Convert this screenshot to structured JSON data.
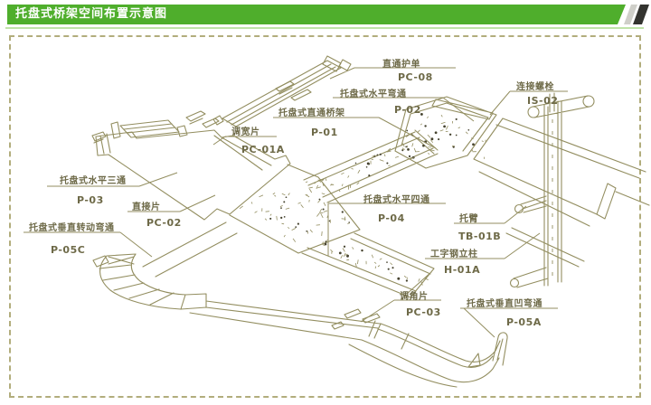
{
  "header": {
    "title": "托盘式桥架空间布置示意图"
  },
  "diagram": {
    "labels": [
      {
        "id": "straight-cover",
        "name": "直通护单",
        "code": "PC-08"
      },
      {
        "id": "horizontal-elbow",
        "name": "托盘式水平弯通",
        "code": "P-02"
      },
      {
        "id": "straight-tray",
        "name": "托盘式直通桥架",
        "code": "P-01"
      },
      {
        "id": "connecting-bolt",
        "name": "连接螺栓",
        "code": "IS-02"
      },
      {
        "id": "width-adjust-piece",
        "name": "调宽片",
        "code": "PC-01A"
      },
      {
        "id": "horizontal-tee",
        "name": "托盘式水平三通",
        "code": "P-03"
      },
      {
        "id": "direct-connect-piece",
        "name": "直接片",
        "code": "PC-02"
      },
      {
        "id": "horizontal-cross",
        "name": "托盘式水平四通",
        "code": "P-04"
      },
      {
        "id": "bracket-arm",
        "name": "托臂",
        "code": "TB-01B"
      },
      {
        "id": "i-beam-column",
        "name": "工字钢立柱",
        "code": "H-01A"
      },
      {
        "id": "vertical-rotating-elbow",
        "name": "托盘式垂直转动弯通",
        "code": "P-05C"
      },
      {
        "id": "angle-adjust-piece",
        "name": "调角片",
        "code": "PC-03"
      },
      {
        "id": "vertical-concave-elbow",
        "name": "托盘式垂直凹弯通",
        "code": "P-05A"
      }
    ]
  },
  "colors": {
    "header_green": "#4fae2c",
    "separator_green": "#bfe3a8",
    "line_olive": "#938e60",
    "text_olive": "#6e6a48",
    "dark_dot": "#45422e",
    "stripe_gray": "#cfcfc9",
    "stripe_dark": "#33332f",
    "frame_dash": "#b2ad7c",
    "page_bg": "#ffffff"
  }
}
